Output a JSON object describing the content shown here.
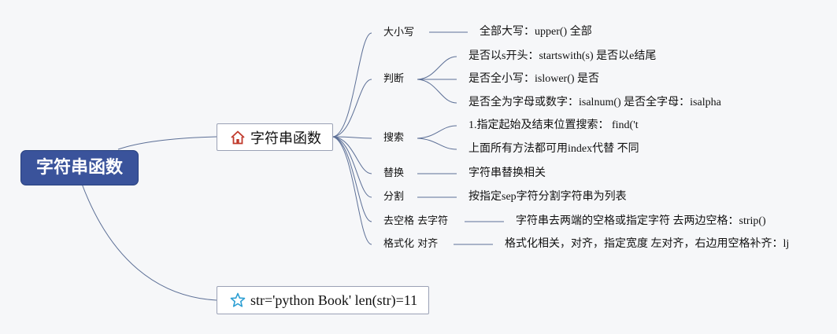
{
  "root": {
    "label": "字符串函数"
  },
  "topics": [
    {
      "label": "字符串函数",
      "icon": "home-icon"
    },
    {
      "label": "str='python Book' len(str)=11",
      "icon": "star-icon"
    }
  ],
  "branches": [
    {
      "label": "大小写",
      "leaves": [
        "全部大写：upper() 全部"
      ]
    },
    {
      "label": "判断",
      "leaves": [
        "是否以s开头：startswith(s) 是否以e结尾",
        "是否全小写：islower() 是否",
        "是否全为字母或数字：isalnum() 是否全字母：isalpha"
      ]
    },
    {
      "label": "搜索",
      "leaves": [
        "1.指定起始及结束位置搜索： find('t",
        "上面所有方法都可用index代替 不同"
      ]
    },
    {
      "label": "替换",
      "leaves": [
        "字符串替换相关"
      ]
    },
    {
      "label": "分割",
      "leaves": [
        "按指定sep字符分割字符串为列表"
      ]
    },
    {
      "label": "去空格 去字符",
      "leaves": [
        "字符串去两端的空格或指定字符 去两边空格：strip()"
      ]
    },
    {
      "label": "格式化 对齐",
      "leaves": [
        "格式化相关，对齐，指定宽度 左对齐，右边用空格补齐：lj"
      ]
    }
  ],
  "colors": {
    "root_bg": "#3a539b",
    "line": "#5c6f96",
    "home_icon": "#c0392b",
    "star_icon": "#2d9fd3"
  }
}
